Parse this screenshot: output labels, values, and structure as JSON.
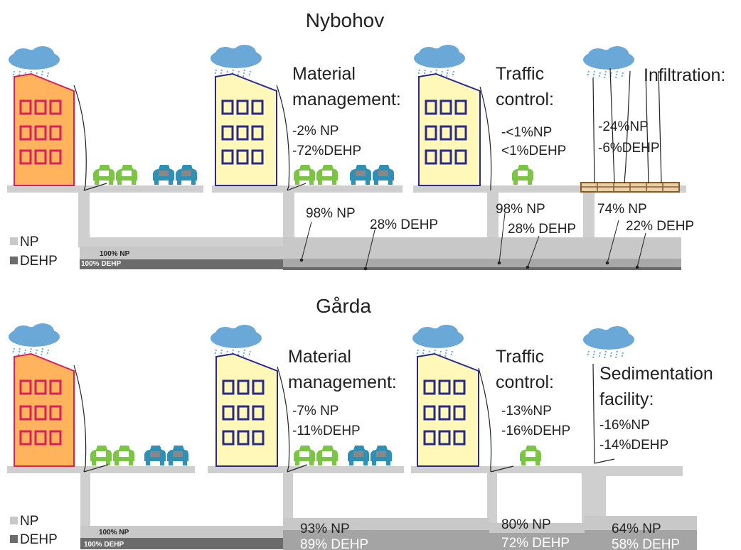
{
  "colors": {
    "np_band": "#c8c8c8",
    "dehp_band": "#6b6b6b",
    "ground": "#cfcfcf",
    "building_orange": "#ffb35c",
    "building_orange_border": "#d8205a",
    "building_yellow": "#fff8b8",
    "building_yellow_border": "#2a2a8a",
    "cloud": "#6aa8d8",
    "car_green": "#7cc444",
    "car_blue": "#2f8fb5",
    "permeable_paving": "#b8844a"
  },
  "icons": [
    "cloud-rain-icon",
    "building-icon",
    "car-icon",
    "permeable-paving-icon"
  ],
  "legend": {
    "np": "NP",
    "dehp": "DEHP"
  },
  "nybohov": {
    "title": "Nybohov",
    "baseline_np": "100% NP",
    "baseline_dehp": "100% DEHP",
    "material": {
      "heading1": "Material",
      "heading2": "management:",
      "np": "-2% NP",
      "dehp": "-72%DEHP",
      "after_np": "98% NP",
      "after_dehp": "28% DEHP"
    },
    "traffic": {
      "heading1": "Traffic",
      "heading2": "control:",
      "np": "-<1%NP",
      "dehp": "<1%DEHP",
      "after_np": "98% NP",
      "after_dehp": "28% DEHP"
    },
    "infiltration": {
      "heading1": "Infiltration:",
      "np": "-24%NP",
      "dehp": "-6%DEHP",
      "after_np": "74% NP",
      "after_dehp": "22% DEHP"
    }
  },
  "garda": {
    "title": "Gårda",
    "baseline_np": "100% NP",
    "baseline_dehp": "100% DEHP",
    "material": {
      "heading1": "Material",
      "heading2": "management:",
      "np": "-7% NP",
      "dehp": "-11%DEHP",
      "after_np": "93% NP",
      "after_dehp": "89% DEHP"
    },
    "traffic": {
      "heading1": "Traffic",
      "heading2": "control:",
      "np": "-13%NP",
      "dehp": "-16%DEHP",
      "after_np": "80% NP",
      "after_dehp": "72% DEHP"
    },
    "sedimentation": {
      "heading1": "Sedimentation",
      "heading2": "facility:",
      "np": "-16%NP",
      "dehp": "-14%DEHP",
      "after_np": "64% NP",
      "after_dehp": "58% DEHP"
    }
  }
}
